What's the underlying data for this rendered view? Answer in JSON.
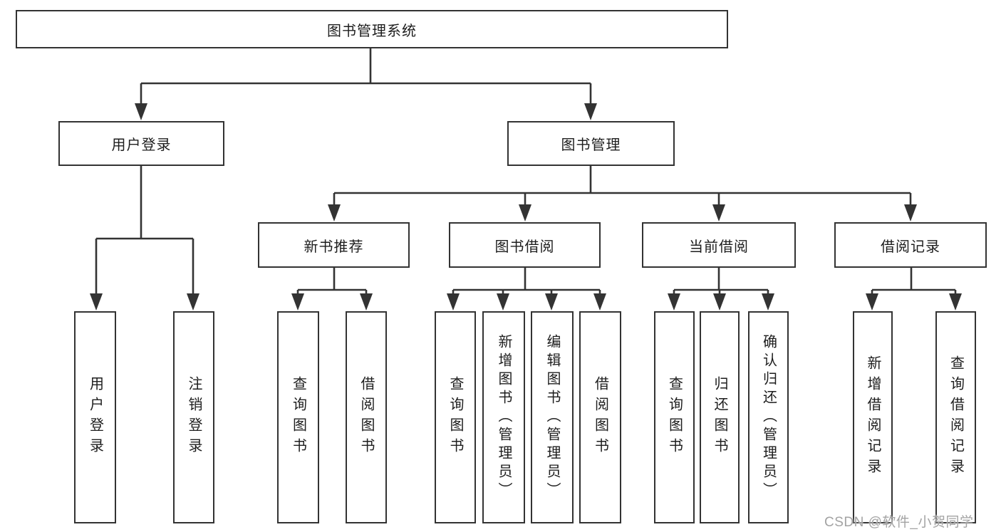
{
  "diagram": {
    "title": "图书管理系统",
    "colors": {
      "line": "#333333",
      "box_border": "#333333",
      "text": "#1d1d1d",
      "background": "#ffffff",
      "watermark": "#a3a3a3"
    },
    "nodes": {
      "root": {
        "label": "图书管理系统"
      },
      "user_login": {
        "label": "用户登录"
      },
      "book_mgmt": {
        "label": "图书管理"
      },
      "new_book_rec": {
        "label": "新书推荐"
      },
      "book_borrow": {
        "label": "图书借阅"
      },
      "current_borrow": {
        "label": "当前借阅"
      },
      "borrow_records": {
        "label": "借阅记录"
      },
      "leaf_user_login": {
        "label": "用户登录"
      },
      "leaf_logout": {
        "label": "注销登录"
      },
      "leaf_query_book_1": {
        "label": "查询图书"
      },
      "leaf_borrow_book_1": {
        "label": "借阅图书"
      },
      "leaf_query_book_2": {
        "label": "查询图书"
      },
      "leaf_add_book": {
        "label": "新增图书（管理员）"
      },
      "leaf_edit_book": {
        "label": "编辑图书（管理员）"
      },
      "leaf_borrow_book_2": {
        "label": "借阅图书"
      },
      "leaf_query_book_3": {
        "label": "查询图书"
      },
      "leaf_return_book": {
        "label": "归还图书"
      },
      "leaf_confirm_return": {
        "label": "确认归还（管理员）"
      },
      "leaf_add_record": {
        "label": "新增借阅记录"
      },
      "leaf_query_record": {
        "label": "查询借阅记录"
      }
    },
    "watermark": "CSDN @软件_小贺同学"
  }
}
